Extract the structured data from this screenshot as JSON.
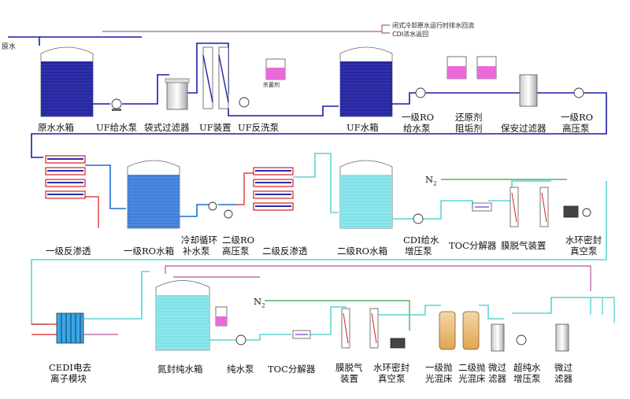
{
  "labels": {
    "raw_water": "原水",
    "raw_tank": "原水水箱",
    "uf_feed_pump": "UF给水泵",
    "bag_filter": "袋式过滤器",
    "uf_unit": "UF装置",
    "uf_backwash_pump": "UF反洗泵",
    "uf_tank": "UF水箱",
    "ro1_feed_pump_1": "一级RO",
    "ro1_feed_pump_2": "给水泵",
    "reductant_1": "还原剂",
    "reductant_2": "阻垢剂",
    "security_filter": "保安过滤器",
    "ro1_hp_pump_1": "一级RO",
    "ro1_hp_pump_2": "高压泵",
    "ro1_membrane": "一级反渗透",
    "ro1_tank": "一级RO水箱",
    "cooling_pump_1": "冷却循环",
    "cooling_pump_2": "补水泵",
    "ro2_hp_pump_1": "二级RO",
    "ro2_hp_pump_2": "高压泵",
    "ro2_membrane": "二级反渗透",
    "ro2_tank": "二级RO水箱",
    "cdi_pump_1": "CDI给水",
    "cdi_pump_2": "增压泵",
    "toc_1": "TOC分解器",
    "degas_1": "膜脱气装置",
    "vac_pump_1a": "水环密封",
    "vac_pump_1b": "真空泵",
    "cedi_1": "CEDI电去",
    "cedi_2": "离子模块",
    "n2_tank": "氮封纯水箱",
    "pure_pump": "纯水泵",
    "toc_2": "TOC分解器",
    "degas_2a": "膜脱气",
    "degas_2b": "装置",
    "vac_pump_2a": "水环密封",
    "vac_pump_2b": "真空泵",
    "polish_1a": "一级抛",
    "polish_1b": "光混床",
    "polish_2a": "二级抛",
    "polish_2b": "光混床",
    "microfilter_1a": "微过",
    "microfilter_1b": "滤器",
    "upw_pump_1": "超纯水",
    "upw_pump_2": "增压泵",
    "microfilter_2a": "微过",
    "microfilter_2b": "滤器",
    "note_1": "闭式冷却原水运行时排水回流",
    "note_2": "CDI浓水返回",
    "n2_a": "N",
    "n2_a_sub": "2",
    "n2_b": "N",
    "n2_b_sub": "2",
    "dosing_label": "杀菌剂"
  },
  "colors": {
    "raw_line": "#1a1aa8",
    "ro_line": "#1f6fd6",
    "pure_line": "#5fd3d3",
    "drain_line": "#b0569a",
    "tank_dark": "#2b2ba8",
    "tank_mid": "#3f7fd8",
    "tank_light": "#8ae4ea",
    "red_line": "#d42020",
    "green_line": "#2aa33a"
  }
}
